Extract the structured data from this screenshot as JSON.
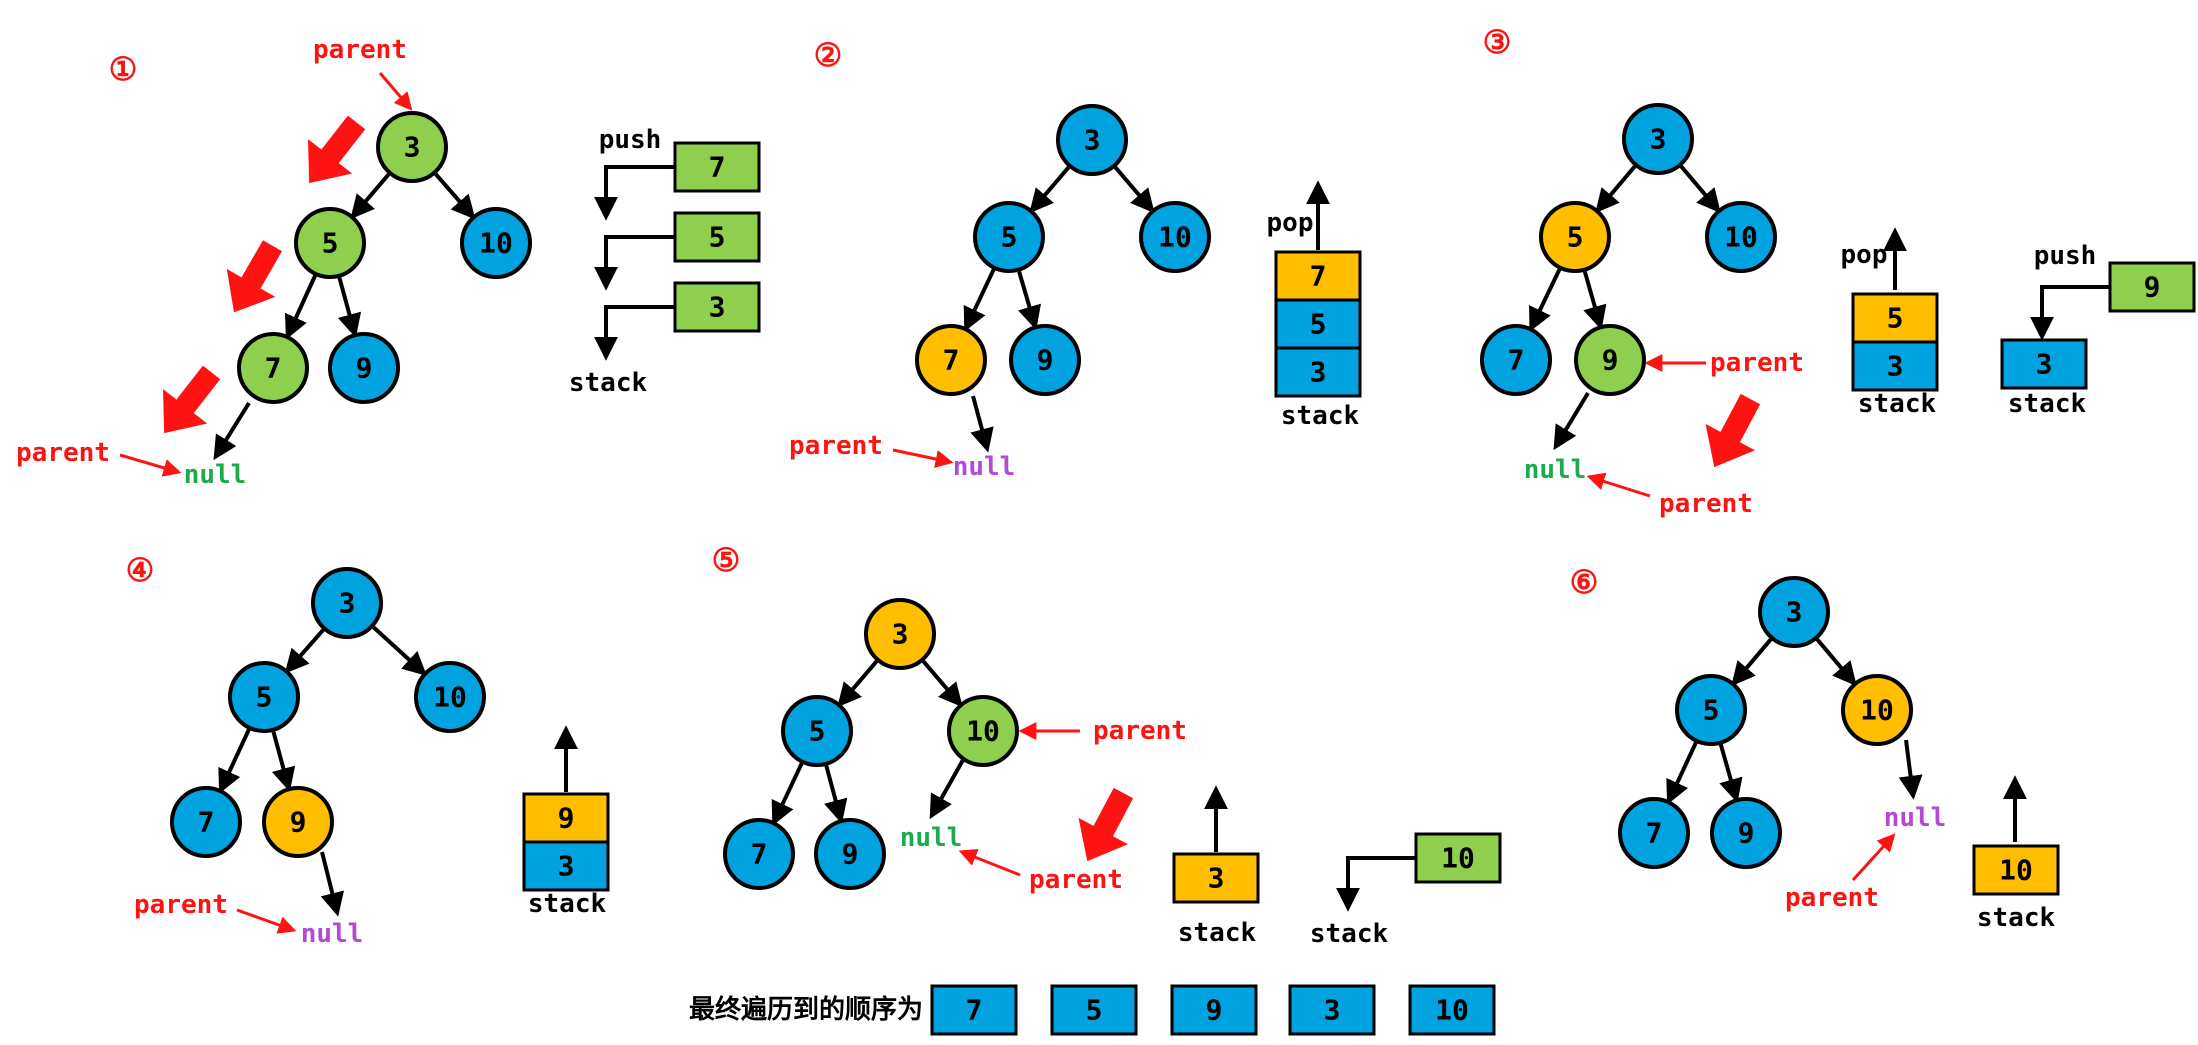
{
  "colors": {
    "blue": "#00A3E0",
    "green": "#8FCF4E",
    "orange": "#FFBE00",
    "red": "#FF1212",
    "null_green": "#1DAA4C",
    "null_purple": "#B14BD4",
    "black": "#000000"
  },
  "steps": [
    {
      "step_label": "①",
      "nodes": [
        "3",
        "5",
        "10",
        "7",
        "9"
      ],
      "null_label": "null",
      "parent_labels": [
        "parent",
        "parent"
      ],
      "push_label": "push",
      "push_boxes": [
        "7",
        "5",
        "3"
      ],
      "stack_label": "stack"
    },
    {
      "step_label": "②",
      "nodes": [
        "3",
        "5",
        "10",
        "7",
        "9"
      ],
      "null_label": "null",
      "parent_labels": [
        "parent"
      ],
      "pop_label": "pop",
      "stack_boxes": [
        "7",
        "5",
        "3"
      ],
      "stack_label": "stack"
    },
    {
      "step_label": "③",
      "nodes": [
        "3",
        "5",
        "10",
        "7",
        "9"
      ],
      "null_label": "null",
      "parent_labels": [
        "parent",
        "parent"
      ],
      "pop_label": "pop",
      "stack_boxes": [
        "5",
        "3"
      ],
      "stack_label": "stack",
      "push_label": "push",
      "push_boxes": [
        "9"
      ],
      "stack2_boxes": [
        "3"
      ],
      "stack2_label": "stack"
    },
    {
      "step_label": "④",
      "nodes": [
        "3",
        "5",
        "10",
        "7",
        "9"
      ],
      "null_label": "null",
      "parent_labels": [
        "parent"
      ],
      "stack_boxes": [
        "9",
        "3"
      ],
      "stack_label": "stack"
    },
    {
      "step_label": "⑤",
      "nodes": [
        "3",
        "5",
        "10",
        "7",
        "9"
      ],
      "null_label": "null",
      "parent_labels": [
        "parent",
        "parent"
      ],
      "stack_boxes": [
        "3"
      ],
      "stack_label": "stack",
      "push_boxes": [
        "10"
      ],
      "stack2_label": "stack"
    },
    {
      "step_label": "⑥",
      "nodes": [
        "3",
        "5",
        "10",
        "7",
        "9"
      ],
      "null_label": "null",
      "parent_labels": [
        "parent"
      ],
      "stack_boxes": [
        "10"
      ],
      "stack_label": "stack"
    }
  ],
  "result": {
    "label": "最终遍历到的顺序为",
    "sequence": [
      "7",
      "5",
      "9",
      "3",
      "10"
    ]
  }
}
